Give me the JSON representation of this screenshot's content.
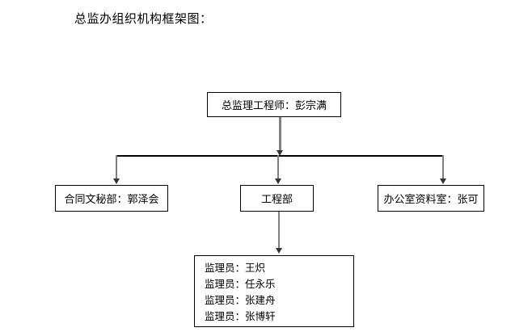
{
  "page": {
    "title": "总监办组织机构框架图："
  },
  "chart_data": {
    "type": "diagram",
    "diagram_kind": "organization-chart",
    "title": "总监办组织机构框架图：",
    "nodes": [
      {
        "id": "root",
        "label": "总监理工程师：彭宗满",
        "level": 0
      },
      {
        "id": "left",
        "label": "合同文秘部：郭泽会",
        "level": 1
      },
      {
        "id": "mid",
        "label": "工程部",
        "level": 1
      },
      {
        "id": "right",
        "label": "办公室资料室：张可",
        "level": 1
      },
      {
        "id": "list",
        "label": "监理员",
        "level": 2,
        "rows": [
          "监理员：王炽",
          "监理员：任永乐",
          "监理员：张建舟",
          "监理员：张博轩"
        ]
      }
    ],
    "edges": [
      {
        "from": "root",
        "to": "left",
        "style": "elbow-arrow"
      },
      {
        "from": "root",
        "to": "mid",
        "style": "elbow-arrow"
      },
      {
        "from": "root",
        "to": "right",
        "style": "elbow-arrow"
      },
      {
        "from": "mid",
        "to": "list",
        "style": "straight-arrow"
      }
    ],
    "colors": {
      "background": "#ffffff",
      "box_border": "#000000",
      "text": "#000000",
      "connector": "#808080",
      "bus_line": "#000000",
      "arrow_head": "#333333"
    }
  },
  "boxes": {
    "root": "总监理工程师：彭宗满",
    "left": "合同文秘部：郭泽会",
    "mid": "工程部",
    "right": "办公室资料室：张可",
    "list_rows": [
      "监理员：王炽",
      "监理员：任永乐",
      "监理员：张建舟",
      "监理员：张博轩"
    ]
  }
}
